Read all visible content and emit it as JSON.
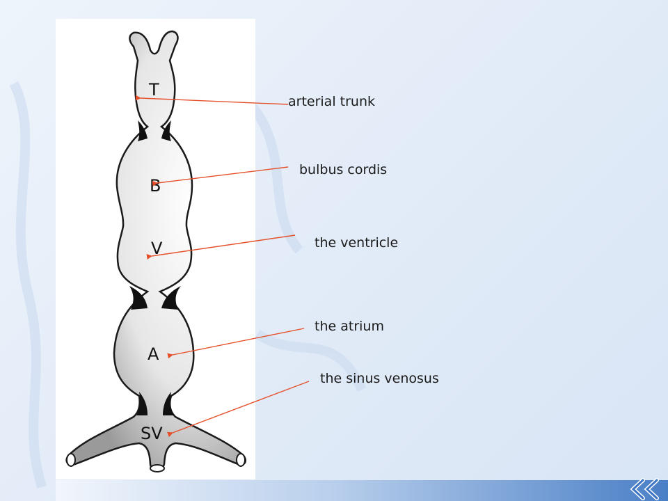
{
  "diagram": {
    "region_letters": {
      "trunk": "T",
      "bulbus": "B",
      "ventricle": "V",
      "atrium": "A",
      "sinus": "SV"
    },
    "labels": {
      "arterial_trunk": "arterial trunk",
      "bulbus_cordis": "bulbus cordis",
      "ventricle": "the ventricle",
      "atrium": "the atrium",
      "sinus_venosus": "the sinus venosus"
    }
  },
  "colors": {
    "arrow": "#e5502a",
    "accent": "#3d74c4"
  }
}
